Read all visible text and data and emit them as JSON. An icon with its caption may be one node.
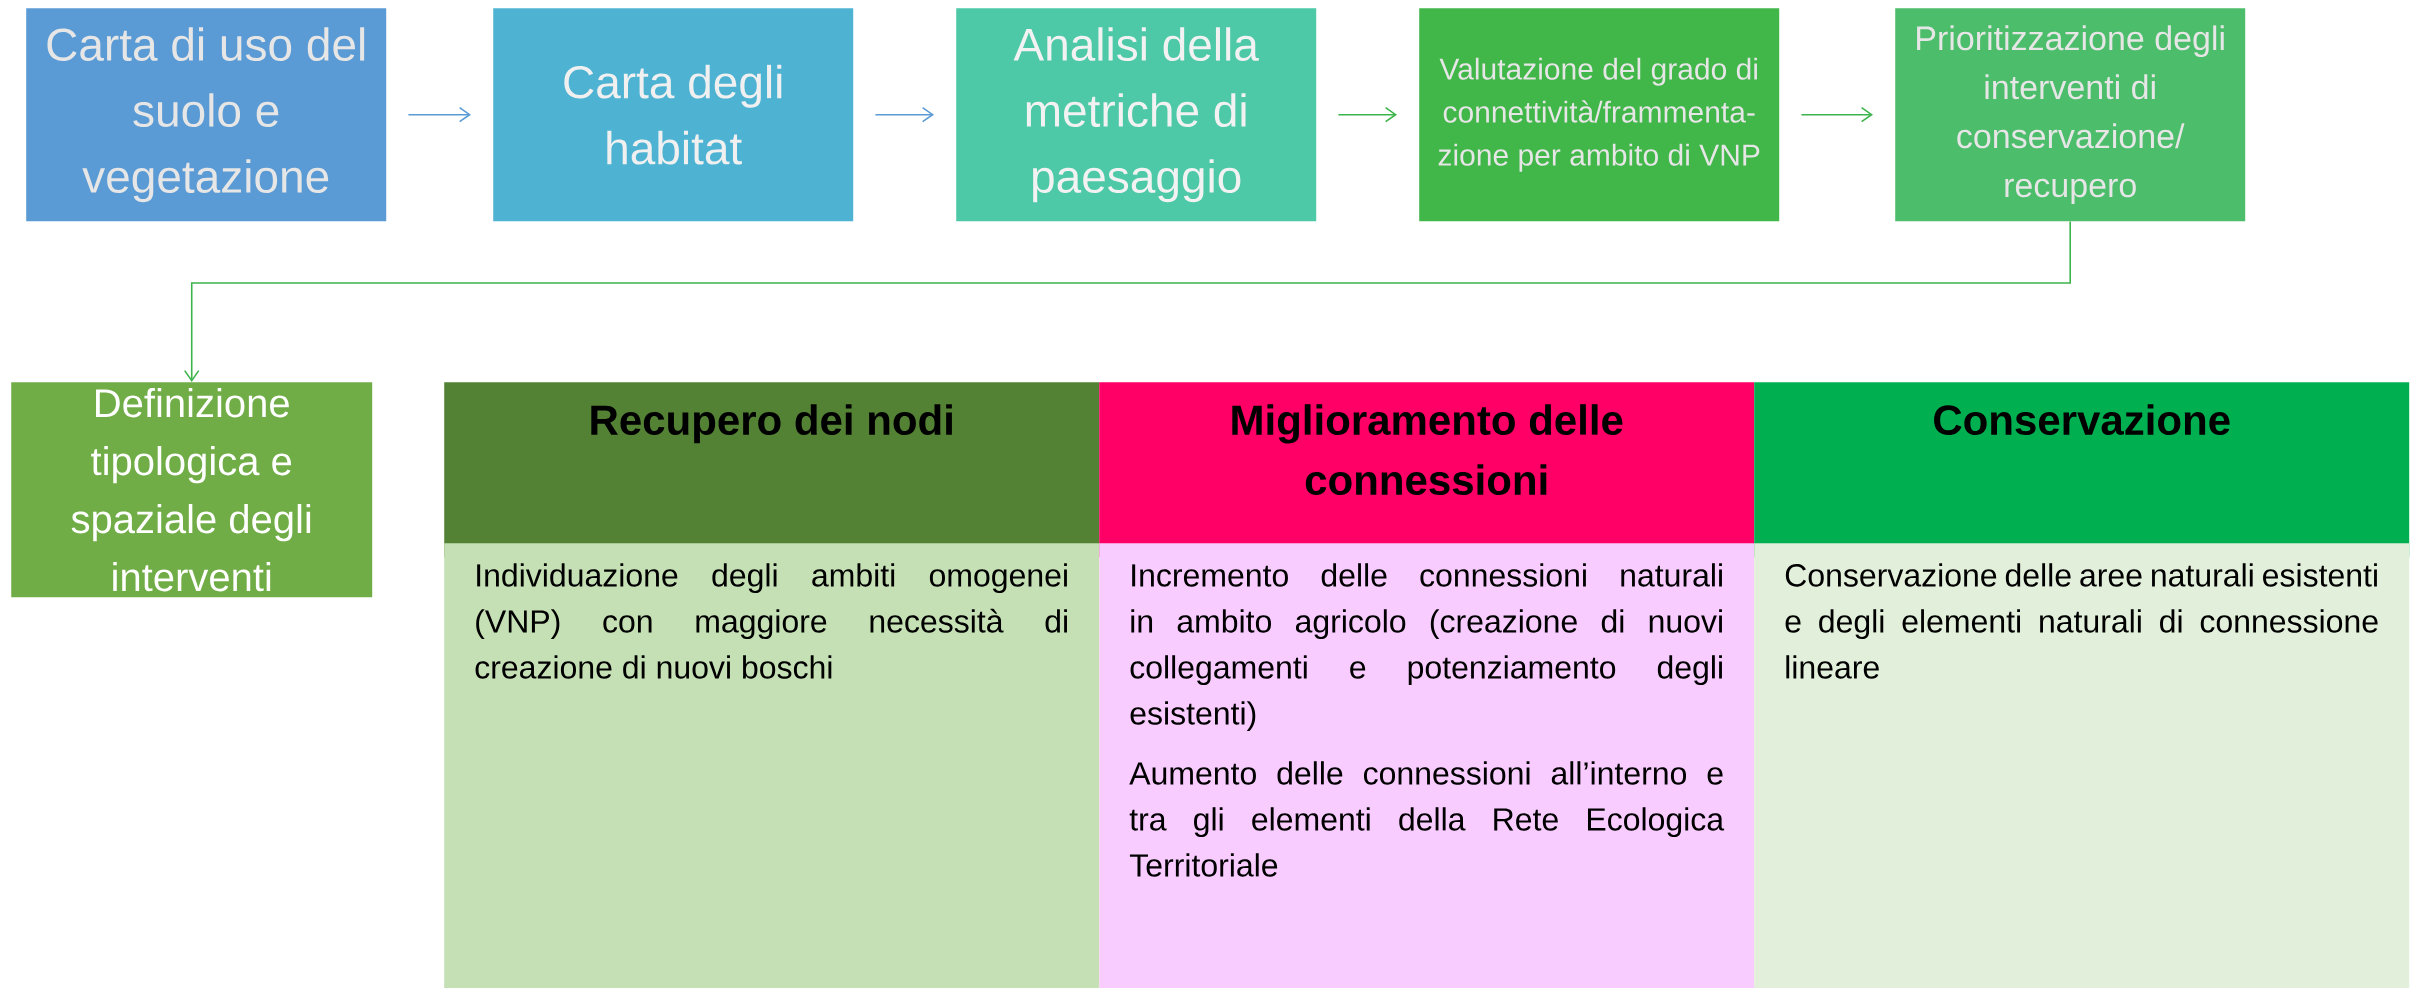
{
  "diagram": {
    "nodes": [
      {
        "text": [
          "Carta di uso del suolo e vegetazione"
        ]
      },
      {
        "text": [
          "Carta degli habitat"
        ]
      },
      {
        "text": [
          "Analisi della metriche di paesaggio"
        ]
      },
      {
        "text": [
          "Valutazione del grado di connettività/frammenta-zione per ambito di VNP"
        ]
      },
      {
        "text": [
          "Prioritizzazione degli interventi di conservazione/ recupero"
        ]
      },
      {
        "text": [
          "Definizione tipologica e spaziale degli interventi"
        ]
      },
      {
        "text": [
          "Recupero dei nodi"
        ]
      },
      {
        "text": [
          "Miglioramento delle connessioni"
        ]
      },
      {
        "text": [
          "Conservazione"
        ]
      },
      {
        "text": [
          "Individuazione degli ambiti omogenei (VNP) con maggiore necessità di creazione di nuovi boschi"
        ]
      },
      {
        "text": [
          "Incremento delle connessioni naturali in ambito agricolo (creazione di nuovi collegamenti e potenziamento degli esistenti)",
          "Aumento delle connessioni all’interno e tra gli elementi della Rete Ecologica Territoriale"
        ]
      },
      {
        "text": [
          "Conservazione delle aree naturali esistenti e degli elementi naturali di connessione lineare"
        ]
      }
    ],
    "edges": [
      {
        "from": 0,
        "to": 1,
        "arrow": "to",
        "color": "#5b9bd5"
      },
      {
        "from": 1,
        "to": 2,
        "arrow": "to",
        "color": "#5b9bd5"
      },
      {
        "from": 2,
        "to": 3,
        "arrow": "to"
      },
      {
        "from": 3,
        "to": 4,
        "arrow": "to"
      },
      {
        "from": 4,
        "to": 5,
        "arrow": "to"
      }
    ]
  }
}
